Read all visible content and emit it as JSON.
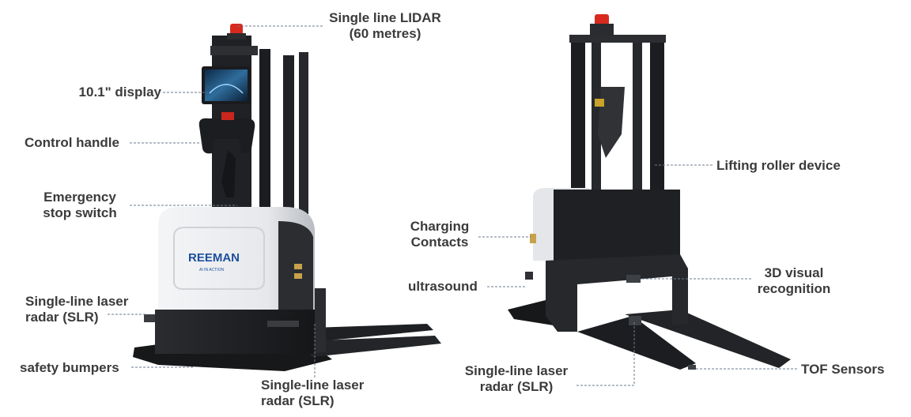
{
  "left_robot": {
    "brand_logo": "REEMAN",
    "brand_tagline": "AI IN ACTION"
  },
  "callouts": {
    "lidar": [
      "Single line LIDAR",
      "(60 metres)"
    ],
    "display": "10.1\" display",
    "control_handle": "Control handle",
    "emergency_stop": [
      "Emergency",
      "stop switch"
    ],
    "slr_left": [
      "Single-line laser",
      "radar (SLR)"
    ],
    "safety_bumpers": "safety bumpers",
    "slr_bottom": [
      "Single-line laser",
      "radar (SLR)"
    ],
    "charging_contacts": [
      "Charging",
      "Contacts"
    ],
    "ultrasound": "ultrasound",
    "lifting_roller": "Lifting roller device",
    "visual_3d": [
      "3D visual",
      "recognition"
    ],
    "slr_right": [
      "Single-line laser",
      "radar (SLR)"
    ],
    "tof_sensors": "TOF Sensors"
  },
  "colors": {
    "label_text": "#3b3b3b",
    "leader_line": "#6b7b8c",
    "body_white": "#e9ebee",
    "frame_black": "#1f2124",
    "lidar_red": "#d8291f",
    "brand_blue": "#1c4f9c"
  }
}
